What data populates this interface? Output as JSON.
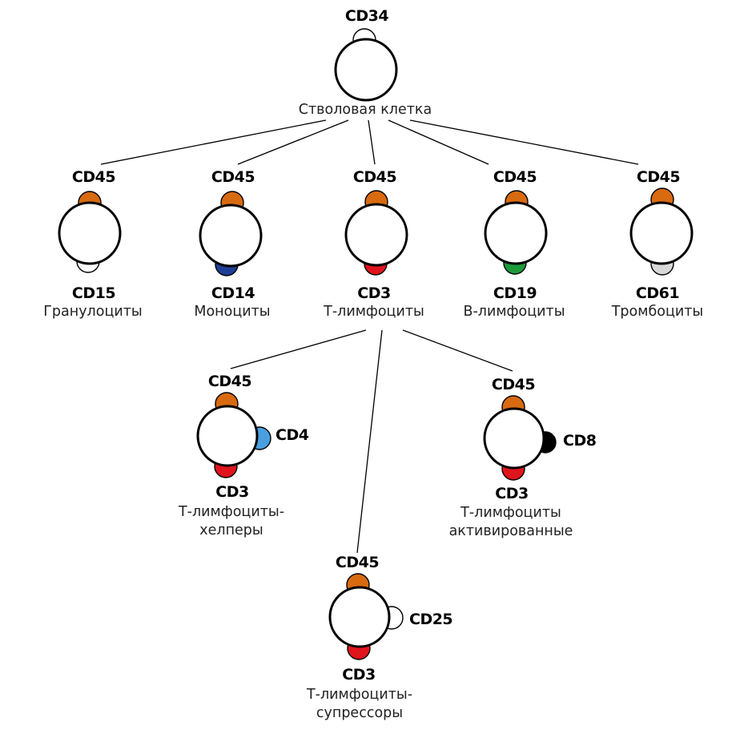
{
  "colors": {
    "cd45": "#d86a10",
    "cd14": "#1e3f94",
    "cd3": "#e0141c",
    "cd19": "#1c9a3a",
    "cd61": "#d8d8d8",
    "cd15": "#ffffff",
    "cd34": "#ffffff",
    "cd4": "#4a9fe0",
    "cd8": "#000000",
    "cd25": "#ffffff"
  },
  "nodes": {
    "stem": {
      "name": "Стволовая клетка",
      "top_marker": "CD34"
    },
    "granulo": {
      "name": "Гранулоциты",
      "top_marker": "CD45",
      "bottom_marker": "CD15"
    },
    "mono": {
      "name": "Моноциты",
      "top_marker": "CD45",
      "bottom_marker": "CD14"
    },
    "tlymph": {
      "name": "Т-лимфоциты",
      "top_marker": "CD45",
      "bottom_marker": "CD3"
    },
    "blymph": {
      "name": "В-лимфоциты",
      "top_marker": "CD45",
      "bottom_marker": "CD19"
    },
    "thrombo": {
      "name": "Тромбоциты",
      "top_marker": "CD45",
      "bottom_marker": "CD61"
    },
    "helper": {
      "name_line1": "Т-лимфоциты-",
      "name_line2": "хелперы",
      "top_marker": "CD45",
      "bottom_marker": "CD3",
      "side_marker": "CD4"
    },
    "activated": {
      "name_line1": "Т-лимфоциты",
      "name_line2": "активированные",
      "top_marker": "CD45",
      "bottom_marker": "CD3",
      "side_marker": "CD8"
    },
    "suppressor": {
      "name_line1": "Т-лимфоциты-",
      "name_line2": "супрессоры",
      "top_marker": "CD45",
      "bottom_marker": "CD3",
      "side_marker": "CD25"
    }
  }
}
